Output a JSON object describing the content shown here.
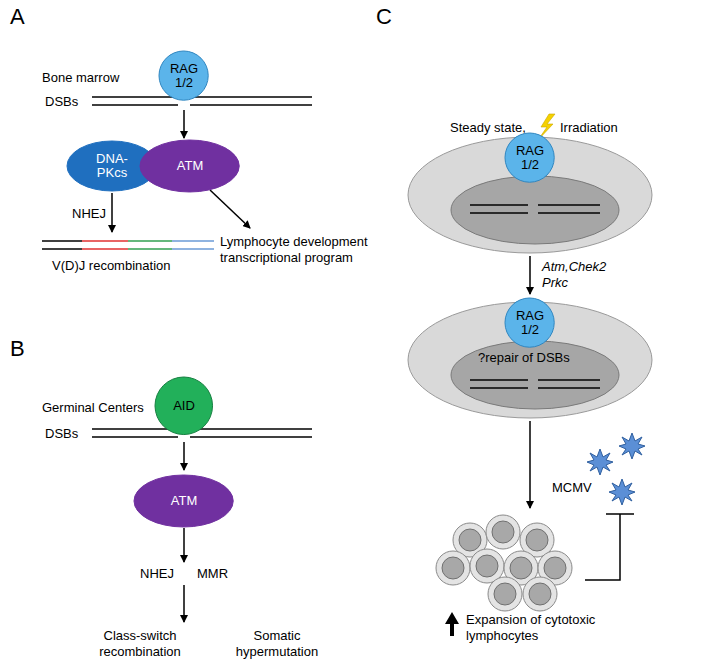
{
  "diagram": {
    "nodes": [
      {
        "text": [
          "RAG 1/2"
        ]
      },
      {
        "text": [
          "DNA-PKcs"
        ]
      },
      {
        "text": [
          "ATM"
        ]
      },
      {
        "text": [
          "AID"
        ]
      },
      {
        "text": [
          "ATM"
        ]
      },
      {
        "text": [
          "RAG 1/2"
        ]
      },
      {
        "text": [
          "RAG 1/2"
        ]
      }
    ],
    "labels": [
      "A",
      "Bone marrow",
      "DSBs",
      "NHEJ",
      "V(D)J recombination",
      "Lymphocyte development transcriptional program",
      "B",
      "Germinal Centers",
      "DSBs",
      "NHEJ",
      "MMR",
      "Class-switch recombination",
      "Somatic hypermutation",
      "C",
      "Steady state,",
      "Irradiation",
      "Atm,Chek2 Prkc",
      "?repair of DSBs",
      "MCMV",
      "Expansion of cytotoxic lymphocytes"
    ]
  }
}
